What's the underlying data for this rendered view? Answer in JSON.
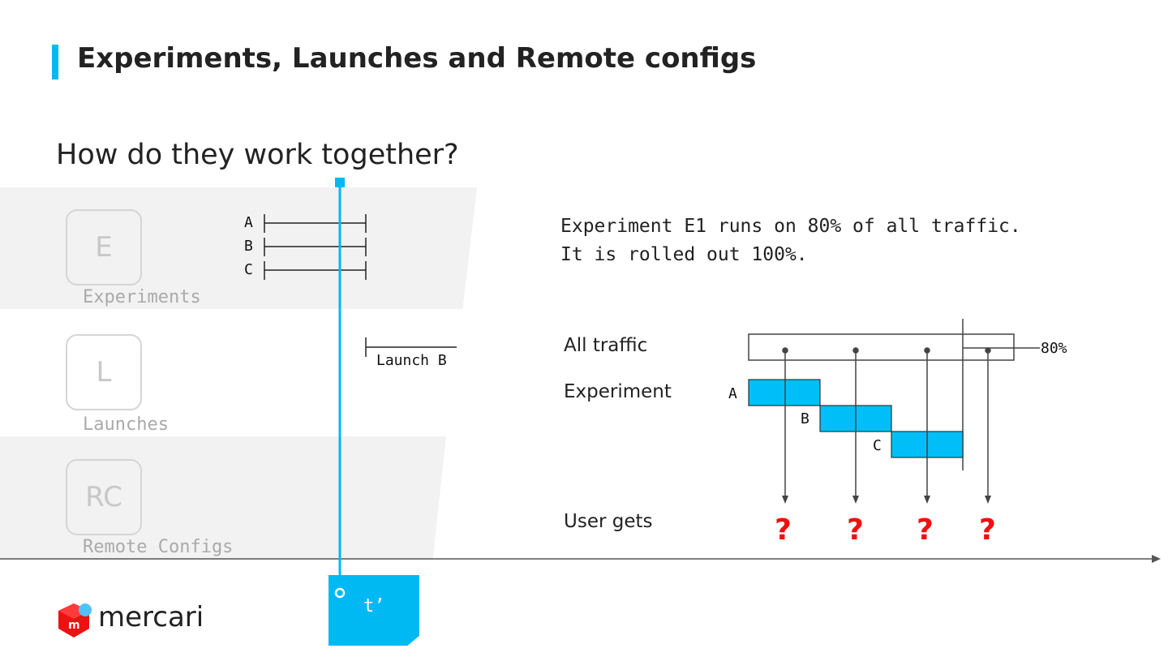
{
  "slide": {
    "title": "Experiments, Launches and Remote configs",
    "subtitle": "How do they work together?"
  },
  "sidebar": {
    "items": [
      {
        "letter": "E",
        "label": "Experiments"
      },
      {
        "letter": "L",
        "label": "Launches"
      },
      {
        "letter": "RC",
        "label": "Remote Configs"
      }
    ]
  },
  "timeline": {
    "experiment_arms": [
      "A",
      "B",
      "C"
    ],
    "launch_label": "Launch B",
    "marker_label": "t’"
  },
  "description": {
    "line1": "Experiment E1 runs on 80% of all traffic.",
    "line2": "It is rolled out 100%."
  },
  "traffic_diagram": {
    "all_traffic_label": "All traffic",
    "experiment_label": "Experiment",
    "user_gets_label": "User gets",
    "percent_label": "80%",
    "arms": [
      "A",
      "B",
      "C"
    ],
    "results": [
      "?",
      "?",
      "?",
      "?"
    ]
  },
  "brand": {
    "name": "mercari",
    "accent_color": "#00b9f2",
    "logo_color": "#ee1111"
  }
}
